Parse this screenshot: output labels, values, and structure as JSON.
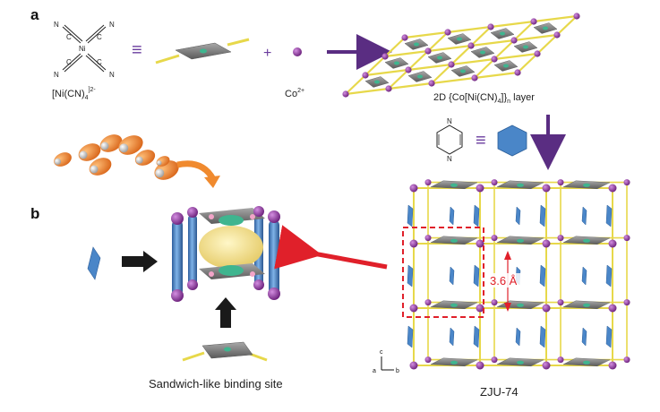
{
  "panels": {
    "a": "a",
    "b": "b"
  },
  "ni_complex": {
    "label_main": "[Ni(CN)",
    "label_sub": "4",
    "label_sup": "]2-",
    "atoms": {
      "ni": "Ni",
      "c": "C",
      "n": "N"
    }
  },
  "symbols": {
    "equiv": "≡",
    "plus": "+"
  },
  "cobalt": {
    "label": "Co",
    "sup": "2+"
  },
  "layer": {
    "prefix": "2D {Co[Ni(CN)",
    "sub4": "4",
    "close": "]}",
    "subn": "n",
    "suffix": " layer"
  },
  "pyrazine": {
    "atom": "N"
  },
  "framework": {
    "name": "ZJU-74",
    "distance": "3.6 Å"
  },
  "axes": {
    "a": "a",
    "b": "b",
    "c": "c"
  },
  "binding_site": {
    "label": "Sandwich-like binding site"
  },
  "colors": {
    "purple": "#7b2a8a",
    "yellow": "#e7d84a",
    "gray": "#7f7f7f",
    "blue": "#4a86c8",
    "teal": "#3fb58f",
    "orange": "#f08a2e",
    "red": "#e0202a",
    "arrow_purple": "#5a2d82"
  }
}
